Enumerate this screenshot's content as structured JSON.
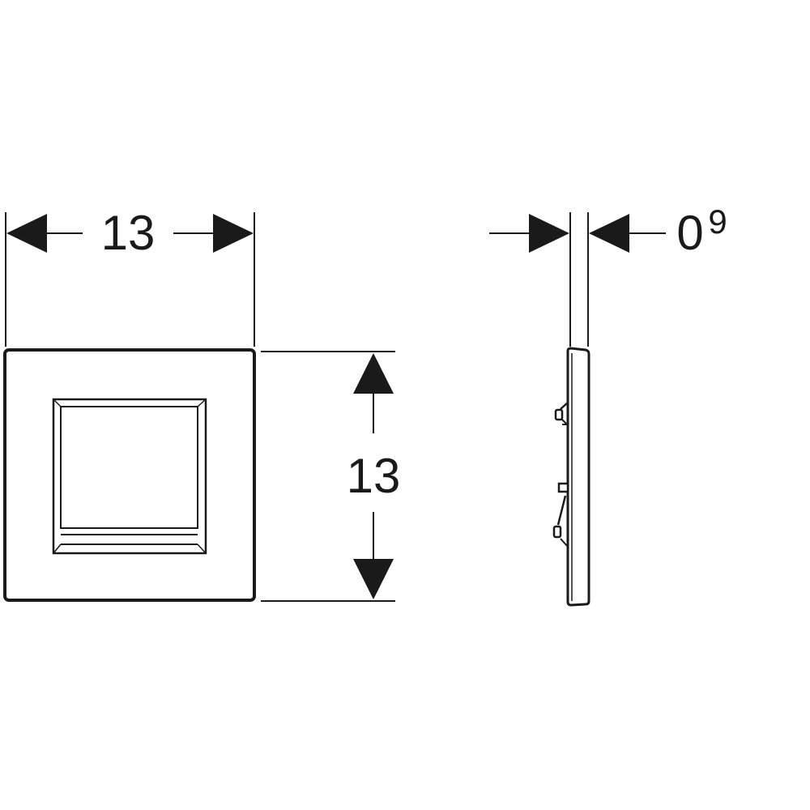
{
  "front_view": {
    "width_label": "13",
    "height_label": "13"
  },
  "side_view": {
    "thickness_main": "0",
    "thickness_sup": "9"
  },
  "colors": {
    "line": "#1a1a1a",
    "background": "#ffffff"
  }
}
